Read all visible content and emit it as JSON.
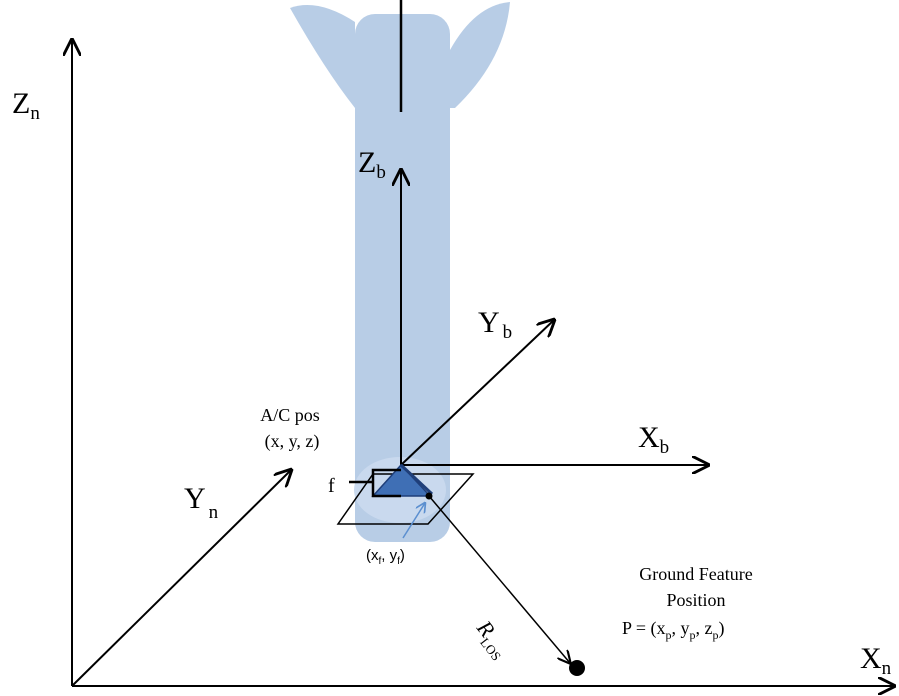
{
  "colors": {
    "body_fill": "#b8cde6",
    "wing_fill": "#b8cde6",
    "camera_fill": "#3f6fb5",
    "camera_edge": "#1f3f7a",
    "line": "#000000",
    "pointer": "#5b8fd0"
  },
  "icons": {
    "aircraft": "aircraft-silhouette",
    "camera": "camera-pyramid",
    "ground_point": "filled-circle"
  },
  "axes": {
    "zn": {
      "main": "Z",
      "sub": "n"
    },
    "xn": {
      "main": "X",
      "sub": "n"
    },
    "yn": {
      "main": "Y",
      "sub": "n"
    },
    "zb": {
      "main": "Z",
      "sub": "b"
    },
    "yb": {
      "main": "Y",
      "sub": "b"
    },
    "xb": {
      "main": "X",
      "sub": "b"
    }
  },
  "labels": {
    "ac_pos_line1": "A/C pos",
    "ac_pos_line2": "(x, y, z)",
    "focal": "f",
    "image_point": {
      "open": "(x",
      "sub1": "f",
      "mid": ", y",
      "sub2": "f",
      "close": ")"
    },
    "ground_line1": "Ground Feature",
    "ground_line2": "Position",
    "ground_line3": {
      "pre": "P = (x",
      "s1": "p",
      "m1": ", y",
      "s2": "p",
      "m2": ", z",
      "s3": "p",
      "post": ")"
    },
    "los": {
      "main": "R",
      "sub": "LOS"
    }
  }
}
